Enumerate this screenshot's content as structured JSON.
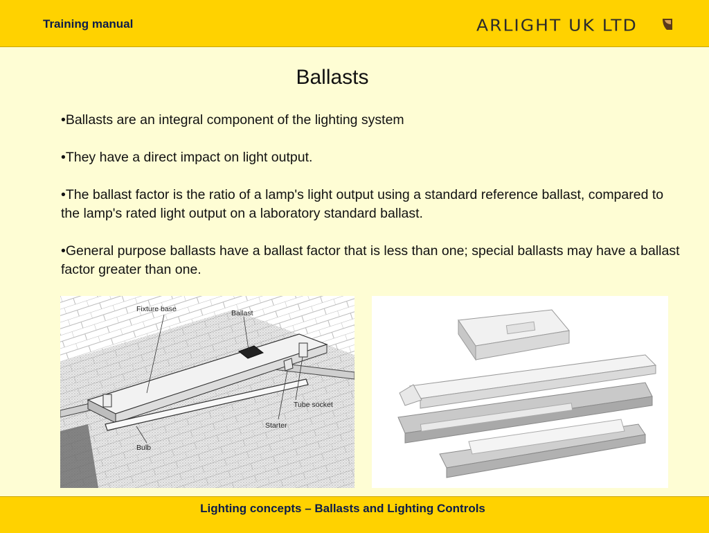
{
  "header": {
    "title": "Training manual",
    "logo_text": "ARLIGHT UK LTD",
    "logo_icon": "arlight-logo-mark",
    "color": "#ffd200"
  },
  "slide": {
    "title": "Ballasts",
    "bullets": [
      "•Ballasts are an integral component of the lighting system",
      "•They have a direct impact on light output.",
      "•The ballast factor is the ratio of a lamp's light output using a standard reference ballast, compared to the lamp's rated light output on a laboratory standard ballast.",
      "•General purpose ballasts have a ballast factor that is less than one; special ballasts may have a ballast factor greater than one."
    ]
  },
  "diagram": {
    "labels": {
      "fixture_base": "Fixture base",
      "ballast": "Ballast",
      "tube_socket": "Tube socket",
      "starter": "Starter",
      "bulb": "Bulb"
    }
  },
  "footer": {
    "text": "Lighting concepts – Ballasts and Lighting Controls"
  }
}
